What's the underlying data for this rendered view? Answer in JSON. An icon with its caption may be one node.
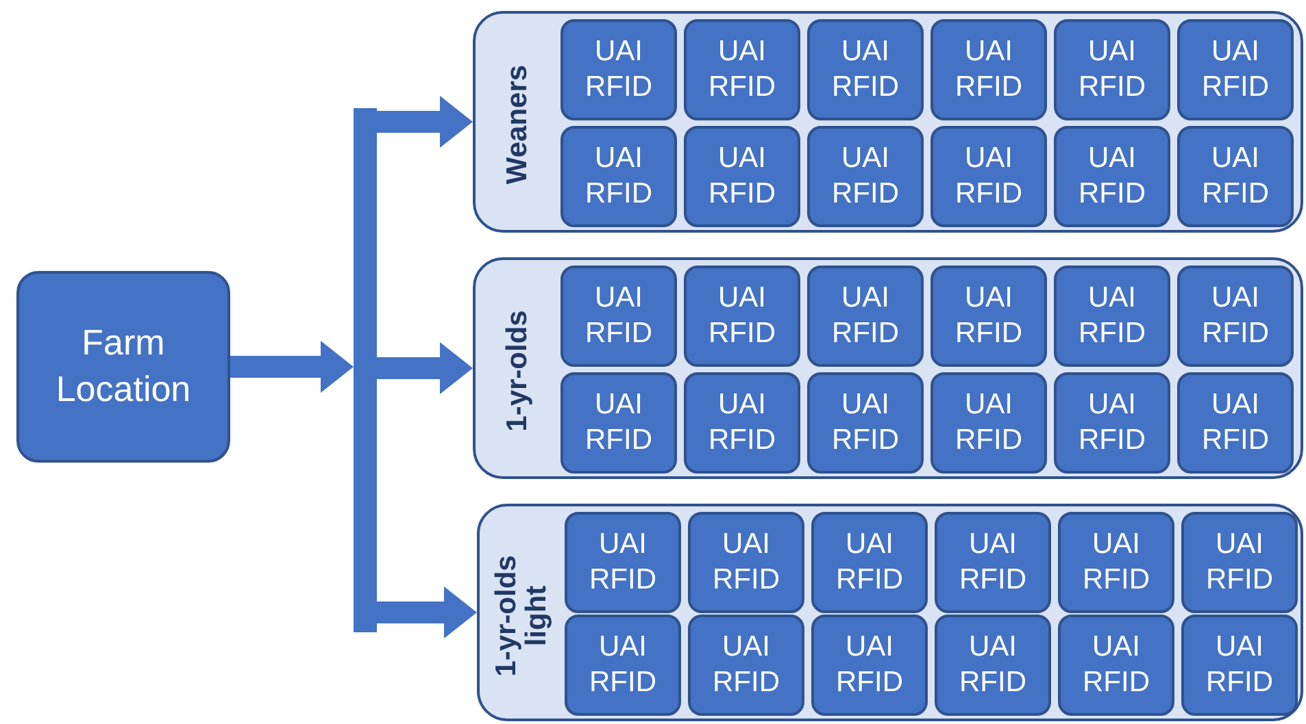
{
  "diagram": {
    "nodes": [
      {
        "text": [
          "Farm Location"
        ]
      },
      {
        "text": [],
        "shape": "bar"
      },
      {
        "text": [
          "Weaners"
        ]
      },
      {
        "text": [
          "UAI RFID"
        ],
        "in": 2
      },
      {
        "text": [
          "UAI RFID"
        ],
        "in": 2
      },
      {
        "text": [
          "UAI RFID"
        ],
        "in": 2
      },
      {
        "text": [
          "UAI RFID"
        ],
        "in": 2
      },
      {
        "text": [
          "UAI RFID"
        ],
        "in": 2
      },
      {
        "text": [
          "UAI RFID"
        ],
        "in": 2
      },
      {
        "text": [
          "UAI RFID"
        ],
        "in": 2
      },
      {
        "text": [
          "UAI RFID"
        ],
        "in": 2
      },
      {
        "text": [
          "UAI RFID"
        ],
        "in": 2
      },
      {
        "text": [
          "UAI RFID"
        ],
        "in": 2
      },
      {
        "text": [
          "UAI RFID"
        ],
        "in": 2
      },
      {
        "text": [
          "UAI RFID"
        ],
        "in": 2
      },
      {
        "text": [
          "1-yr-olds"
        ]
      },
      {
        "text": [
          "UAI RFID"
        ],
        "in": 15
      },
      {
        "text": [
          "UAI RFID"
        ],
        "in": 15
      },
      {
        "text": [
          "UAI RFID"
        ],
        "in": 15
      },
      {
        "text": [
          "UAI RFID"
        ],
        "in": 15
      },
      {
        "text": [
          "UAI RFID"
        ],
        "in": 15
      },
      {
        "text": [
          "UAI RFID"
        ],
        "in": 15
      },
      {
        "text": [
          "UAI RFID"
        ],
        "in": 15
      },
      {
        "text": [
          "UAI RFID"
        ],
        "in": 15
      },
      {
        "text": [
          "UAI RFID"
        ],
        "in": 15
      },
      {
        "text": [
          "UAI RFID"
        ],
        "in": 15
      },
      {
        "text": [
          "UAI RFID"
        ],
        "in": 15
      },
      {
        "text": [
          "UAI RFID"
        ],
        "in": 15
      },
      {
        "text": [
          "1-yr-olds light"
        ]
      },
      {
        "text": [
          "UAI RFID"
        ],
        "in": 28
      },
      {
        "text": [
          "UAI RFID"
        ],
        "in": 28
      },
      {
        "text": [
          "UAI RFID"
        ],
        "in": 28
      },
      {
        "text": [
          "UAI RFID"
        ],
        "in": 28
      },
      {
        "text": [
          "UAI RFID"
        ],
        "in": 28
      },
      {
        "text": [
          "UAI RFID"
        ],
        "in": 28
      },
      {
        "text": [
          "UAI RFID"
        ],
        "in": 28
      },
      {
        "text": [
          "UAI RFID"
        ],
        "in": 28
      },
      {
        "text": [
          "UAI RFID"
        ],
        "in": 28
      },
      {
        "text": [
          "UAI RFID"
        ],
        "in": 28
      },
      {
        "text": [
          "UAI RFID"
        ],
        "in": 28
      },
      {
        "text": [
          "UAI RFID"
        ],
        "in": 28
      }
    ],
    "edges": [
      {
        "from": 0,
        "to": 1,
        "arrow": "to"
      },
      {
        "from": 1,
        "to": 2,
        "arrow": "to"
      },
      {
        "from": 1,
        "to": 15,
        "arrow": "to"
      },
      {
        "from": 1,
        "to": 28,
        "arrow": "to"
      }
    ]
  }
}
